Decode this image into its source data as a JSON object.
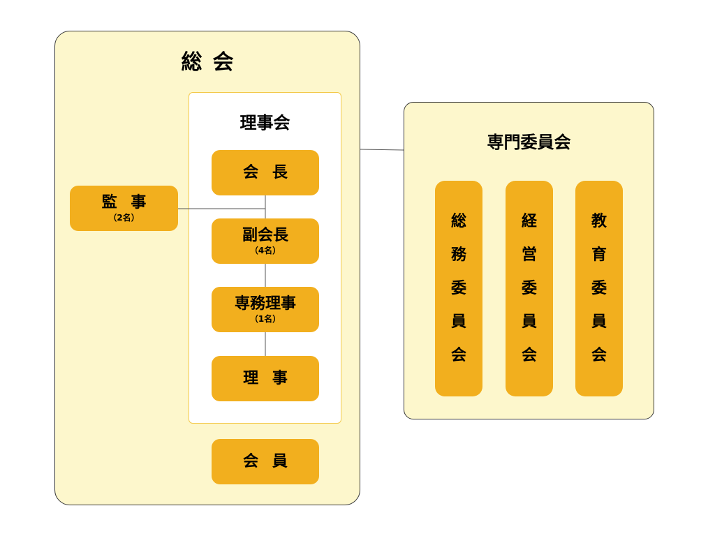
{
  "general_assembly": {
    "title": "総会"
  },
  "board": {
    "title": "理事会",
    "chairman": {
      "label": "会長"
    },
    "vice_chairman": {
      "label": "副会長",
      "count": "（4名）"
    },
    "managing_director": {
      "label": "専務理事",
      "count": "（1名）"
    },
    "directors": {
      "label": "理事"
    }
  },
  "members": {
    "label": "会員"
  },
  "auditor": {
    "label": "監事",
    "count": "（2名）"
  },
  "committees": {
    "title": "専門委員会",
    "items": [
      {
        "label": "総務委員会"
      },
      {
        "label": "経営委員会"
      },
      {
        "label": "教育委員会"
      }
    ]
  },
  "colors": {
    "panel_fill": "#fdf7cc",
    "box_fill": "#f2af1e",
    "board_border": "#f3c94a",
    "line": "#555555"
  }
}
